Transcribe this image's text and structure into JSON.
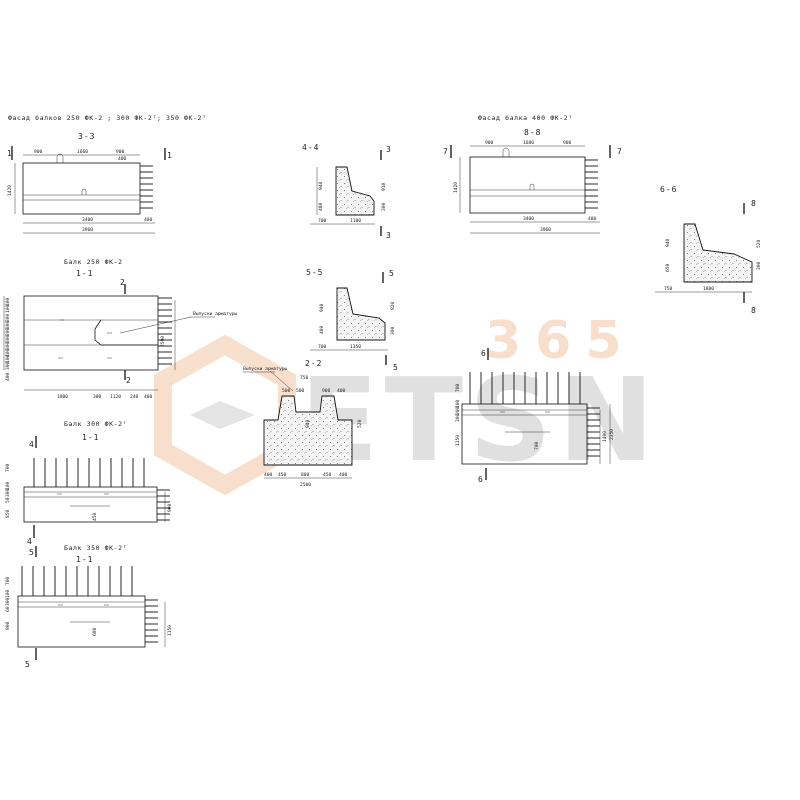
{
  "titles": {
    "facade_left": "Фасад балков  250 ФК-2 ;  300 ФК-2ᵀ;  350 ФК-2ᵀ",
    "facade_right": "Фасад балка  400 ФК-2ᵀ",
    "beam_250": "Балк 250 ФК-2",
    "beam_300": "Балк 300 ФК-2ᵀ",
    "beam_350": "Балк 350 ФК-2ᵀ",
    "rebar_note_1": "Выпуски арматуры",
    "rebar_note_2": "Выпуски арматуры"
  },
  "sections": {
    "s33": "3-3",
    "s44": "4-4",
    "s55": "5-5",
    "s22": "2-2",
    "s88": "8-8",
    "s66": "6-6",
    "s11a": "1-1",
    "s11b": "1-1",
    "s11c": "1-1"
  },
  "marks": {
    "m1": "1",
    "m2": "2",
    "m3": "3",
    "m4": "4",
    "m5": "5",
    "m6": "6",
    "m7": "7",
    "m8": "8"
  },
  "dims": {
    "f33_top_a": "900",
    "f33_top_b": "1660",
    "f33_top_c": "900",
    "f33_top_d": "400",
    "f33_h": "1420",
    "f33_b1": "3400",
    "f33_b2": "480",
    "f33_b3": "3960",
    "f88_top_a": "900",
    "f88_top_b": "1680",
    "f88_top_c": "900",
    "f88_h": "1420",
    "f88_b1": "3400",
    "f88_b2": "480",
    "f88_b3": "3960",
    "s44_a": "940",
    "s44_b": "480",
    "s44_c": "910",
    "s44_d": "300",
    "s44_e": "700",
    "s44_f": "1100",
    "s55_a": "940",
    "s55_b": "480",
    "s55_c": "820",
    "s55_d": "300",
    "s55_e": "700",
    "s55_f": "1350",
    "s66_a": "940",
    "s66_b": "650",
    "s66_c": "520",
    "s66_d": "300",
    "s66_e": "750",
    "s66_f": "1800",
    "s22_top": "750",
    "s22_a": "500",
    "s22_b": "500",
    "s22_c": "900",
    "s22_d": "400",
    "s22_h1": "940",
    "s22_h2": "520",
    "s22_b1": "400",
    "s22_b2": "450",
    "s22_b3": "800",
    "s22_b4": "450",
    "s22_b5": "400",
    "s22_tot": "2500",
    "p250_l1": "1800",
    "p250_l2": "300",
    "p250_l3": "1120",
    "p250_l4": "240",
    "p250_l5": "480",
    "p250_h": "2500",
    "p250_left": [
      "400",
      "100",
      "300",
      "300",
      "300",
      "300",
      "300",
      "400",
      "100",
      "300",
      "400"
    ],
    "p300_left": [
      "700",
      "100",
      "300",
      "50",
      "850"
    ],
    "p300_mid": "450",
    "p300_right": "900",
    "p350_left": [
      "700",
      "100",
      "300",
      "60",
      "900"
    ],
    "p350_mid": "600",
    "p350_right": "1150",
    "p400_left": [
      "700",
      "100",
      "300",
      "300",
      "1150"
    ],
    "p400_mid": "700",
    "p400_r1": "1400",
    "p400_r2": "2350"
  },
  "watermark": {
    "brand": "ETSN",
    "number": "365"
  }
}
